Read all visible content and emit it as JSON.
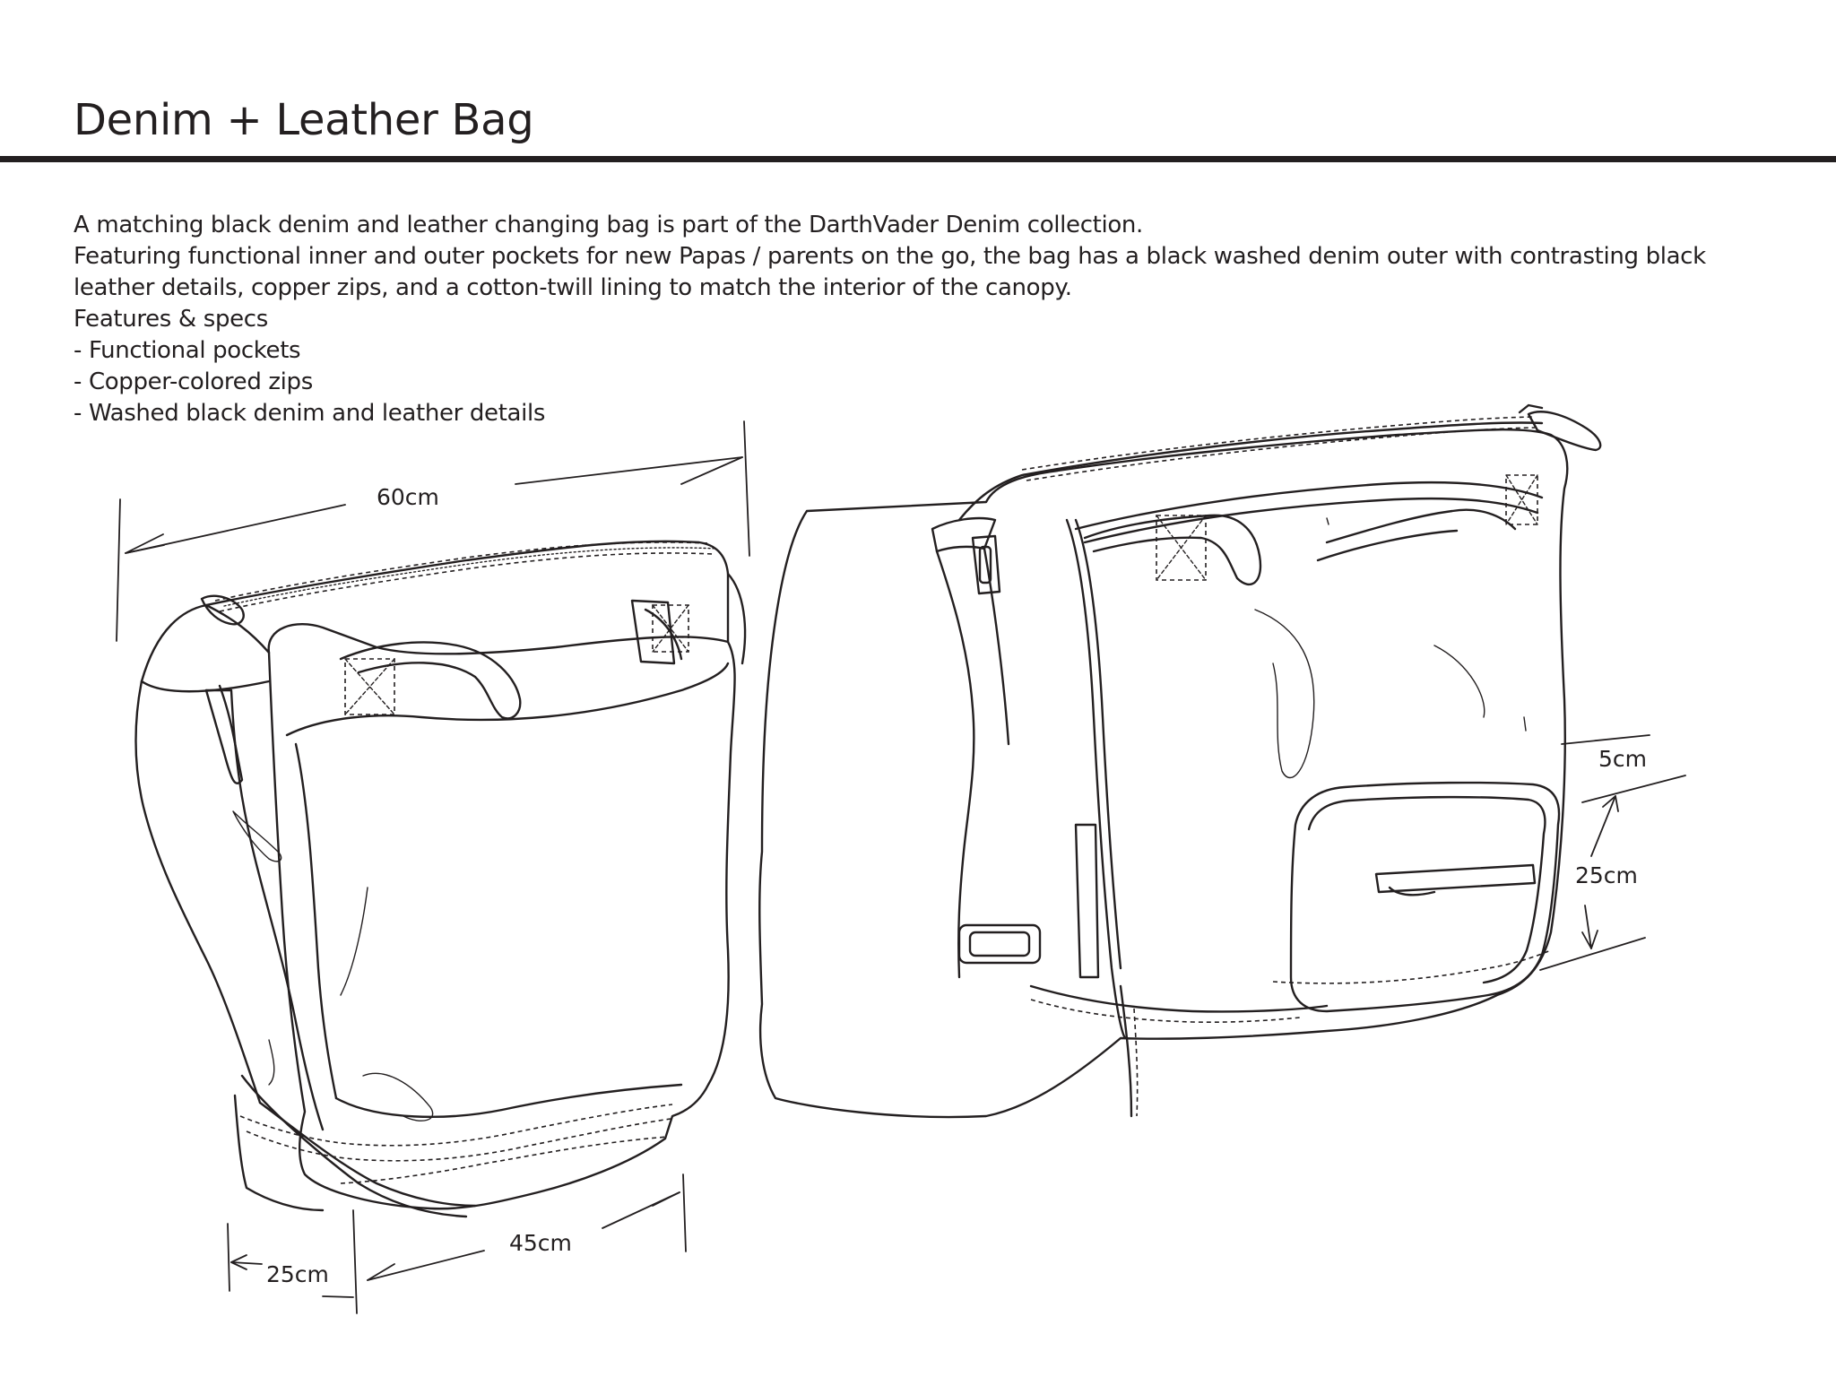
{
  "title": "Denim + Leather Bag",
  "description": [
    "A matching black denim and leather changing bag is part of the  DarthVader Denim collection.",
    "Featuring functional inner and outer pockets for new Papas / parents on the go, the bag has a black washed denim outer with contrasting black",
    "leather details, copper zips, and a cotton-twill lining to match the interior of the canopy.",
    "Features & specs",
    "- Functional pockets",
    "- Copper-colored zips",
    "- Washed black denim and leather details"
  ],
  "dimensions": {
    "width_top": "60cm",
    "width_bottom": "45cm",
    "depth": "25cm",
    "pocket_depth": "5cm",
    "pocket_height": "25cm"
  }
}
